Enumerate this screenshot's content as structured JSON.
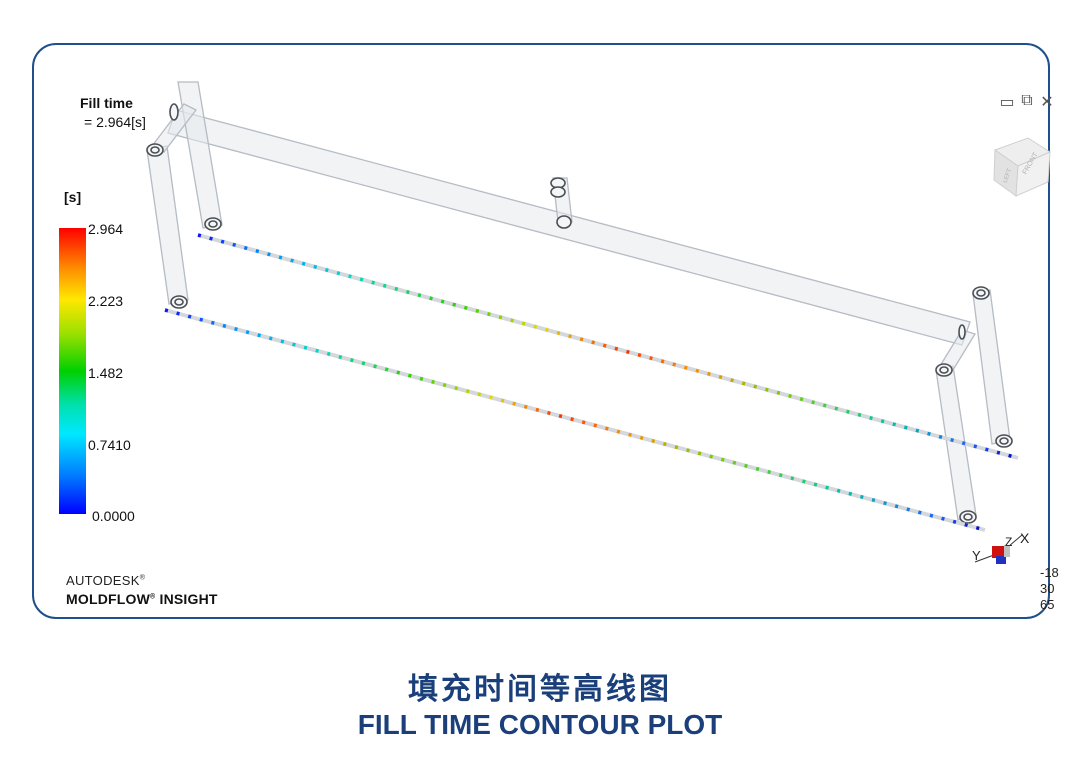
{
  "result": {
    "title": "Fill time",
    "value_text": "= 2.964[s]"
  },
  "legend": {
    "unit": "[s]",
    "ticks": [
      "2.964",
      "2.223",
      "1.482",
      "0.7410",
      "0.0000"
    ],
    "gradient_colors": [
      "#ff0000",
      "#ff8c00",
      "#ffe800",
      "#9be000",
      "#00d000",
      "#00e0b0",
      "#00e8ff",
      "#0080ff",
      "#0000ff"
    ]
  },
  "branding": {
    "line1": "AUTODESK",
    "line2_a": "MOLDFLOW",
    "line2_b": " INSIGHT"
  },
  "window_controls": {
    "minimize": "▭",
    "restore": "⧉",
    "close": "✕"
  },
  "view_cube": {
    "face_label": "FRONT",
    "side_label": "LEFT"
  },
  "axis_triad": {
    "x": "X",
    "y": "Y",
    "z": "Z"
  },
  "coordinates": [
    "-18",
    "30",
    "65"
  ],
  "caption": {
    "chinese": "填充时间等高线图",
    "english": "FILL TIME CONTOUR PLOT"
  },
  "colors": {
    "frame_border": "#1f4f8c",
    "caption": "#1a3f7a",
    "pipe_stroke": "#b8c0c8"
  }
}
